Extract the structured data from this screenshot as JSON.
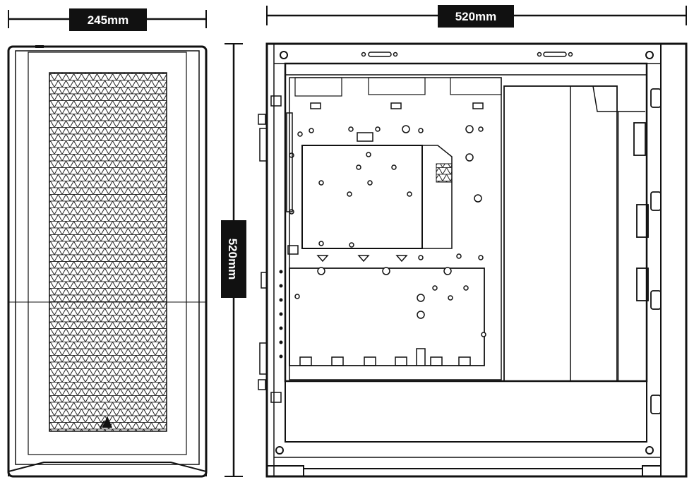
{
  "dimensions": {
    "width": "245mm",
    "length": "520mm",
    "height": "520mm"
  }
}
